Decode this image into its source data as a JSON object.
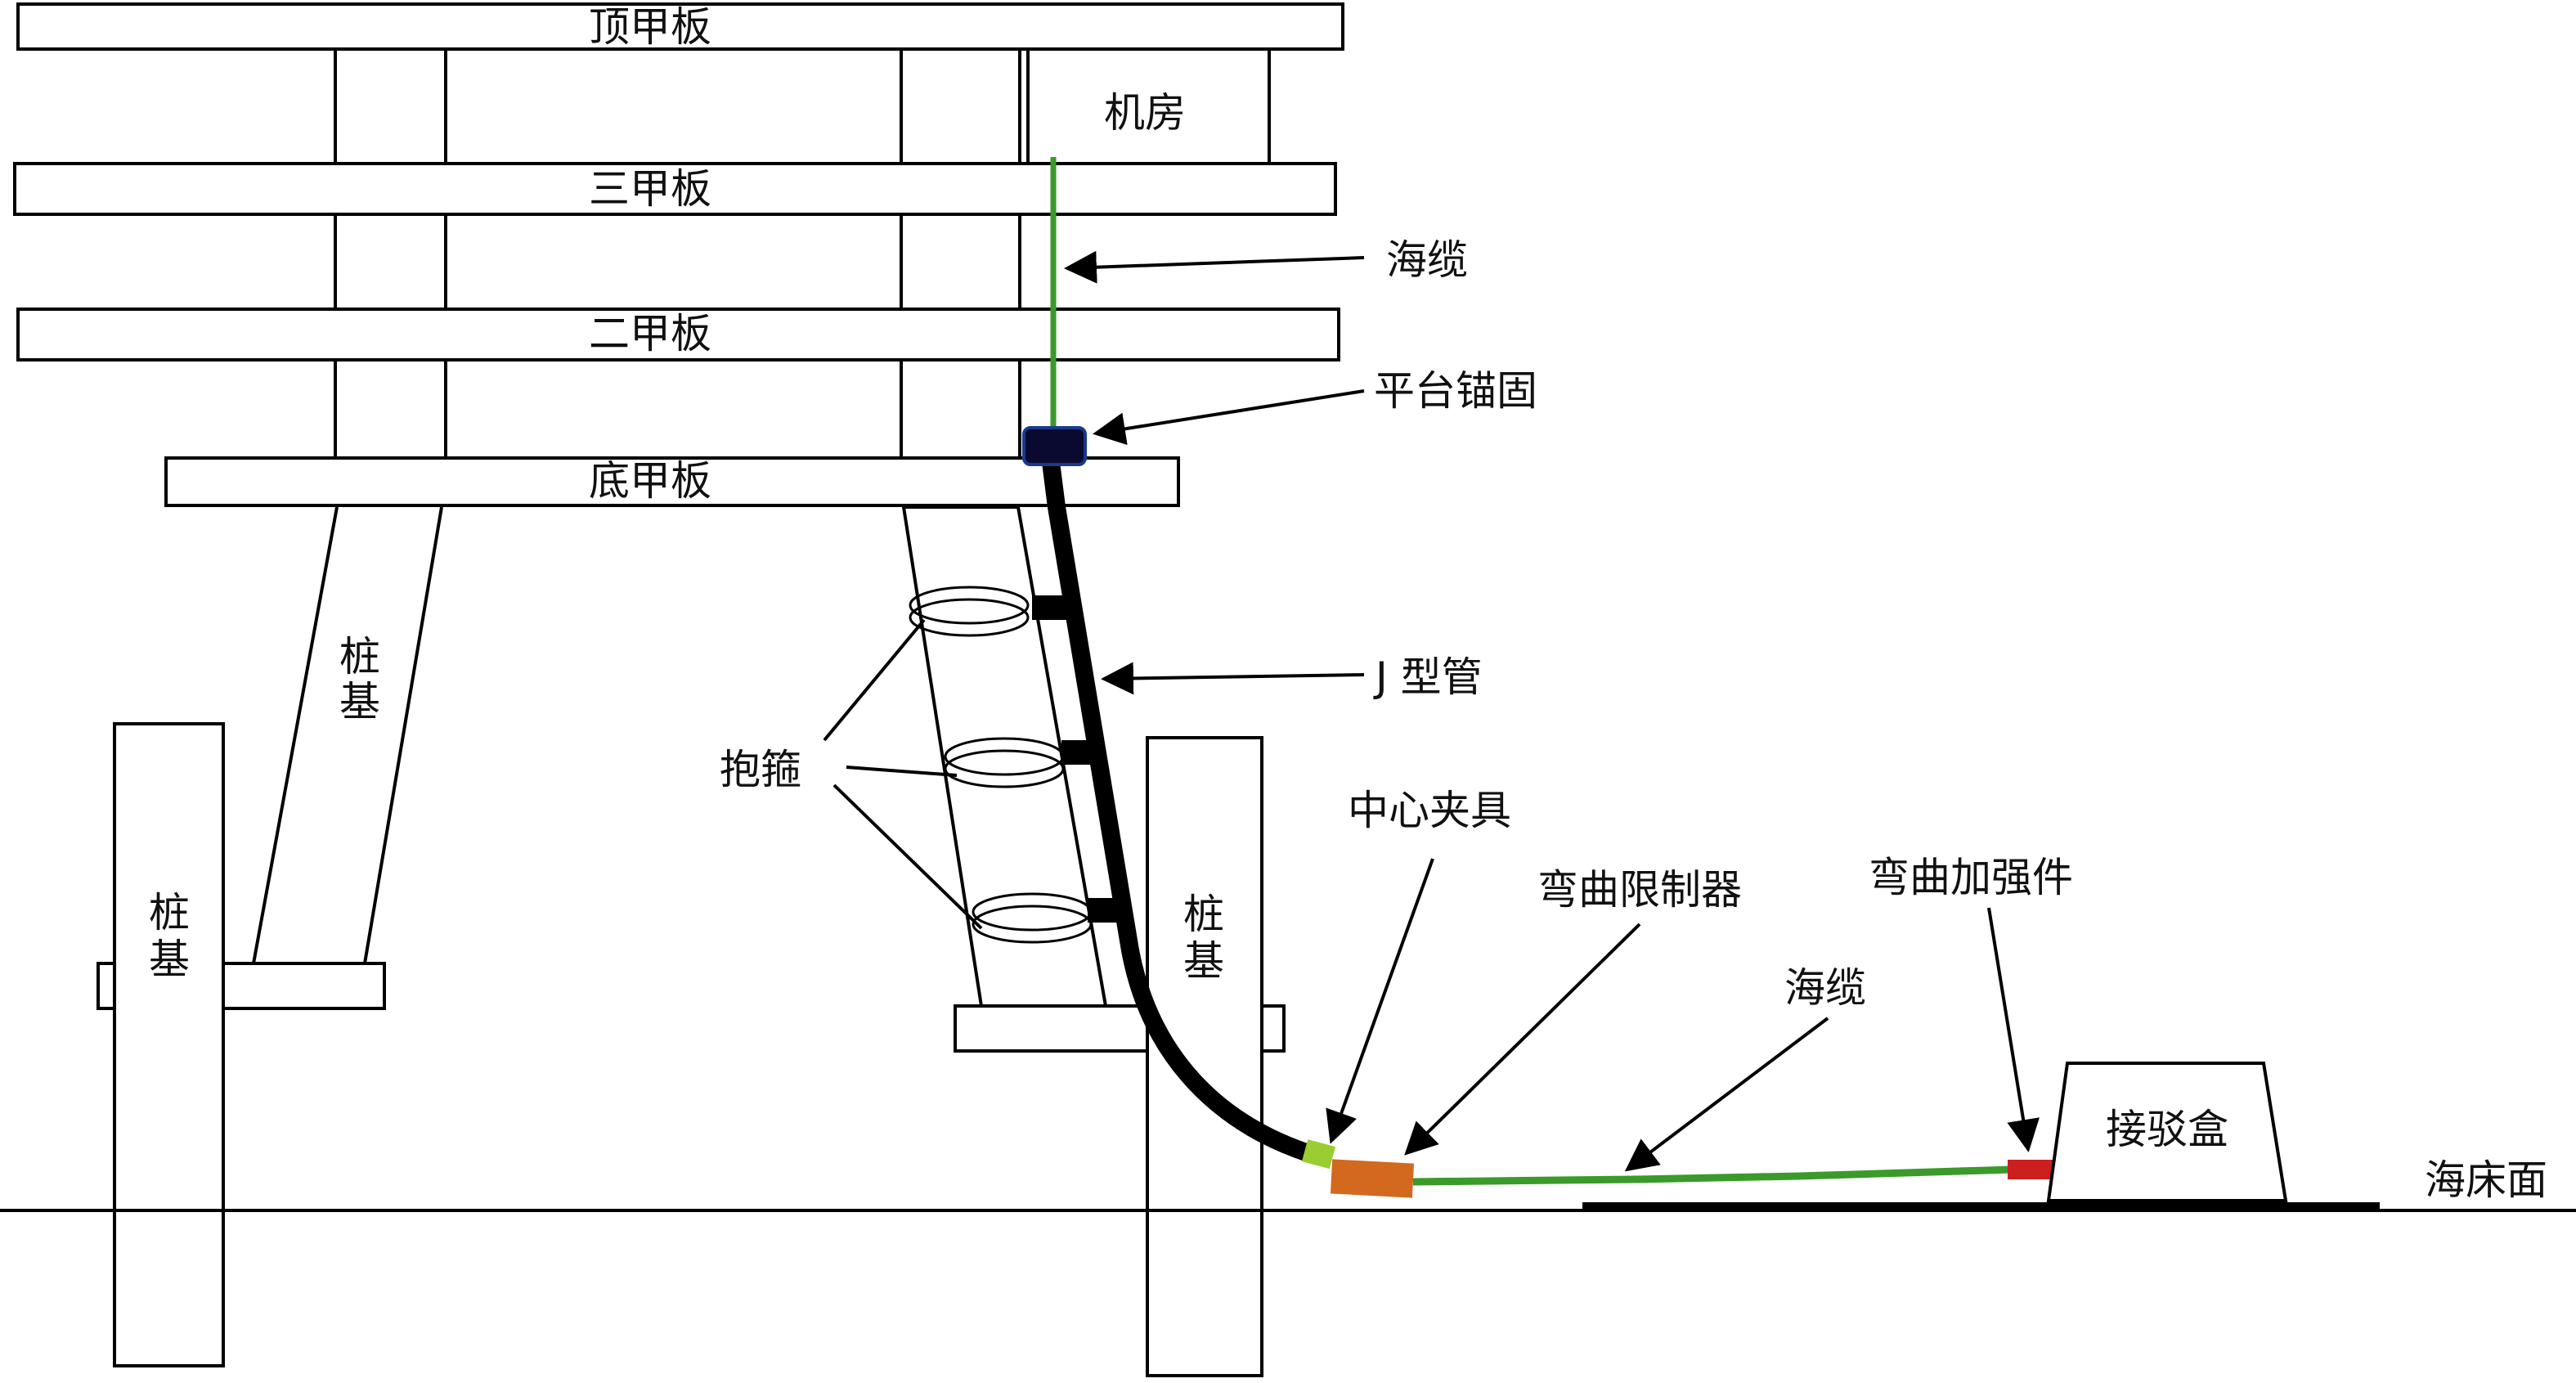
{
  "labels": {
    "top_deck": "顶甲板",
    "third_deck": "三甲板",
    "second_deck": "二甲板",
    "bottom_deck": "底甲板",
    "machine_room": "机房",
    "pile_char1": "桩",
    "pile_char2": "基",
    "submarine_cable_upper": "海缆",
    "platform_anchor": "平台锚固",
    "j_tube": "J 型管",
    "clamp": "抱箍",
    "center_fixture": "中心夹具",
    "bend_restrictor": "弯曲限制器",
    "submarine_cable_lower": "海缆",
    "bend_stiffener": "弯曲加强件",
    "splice_box": "接驳盒",
    "seabed": "海床面"
  },
  "colors": {
    "cable_green": "#3a9a2a",
    "restrictor_orange": "#d2691e",
    "stiffener_red": "#cc1f1f",
    "jtube_black": "#000000",
    "anchor_blue": "#1a3a8a"
  }
}
